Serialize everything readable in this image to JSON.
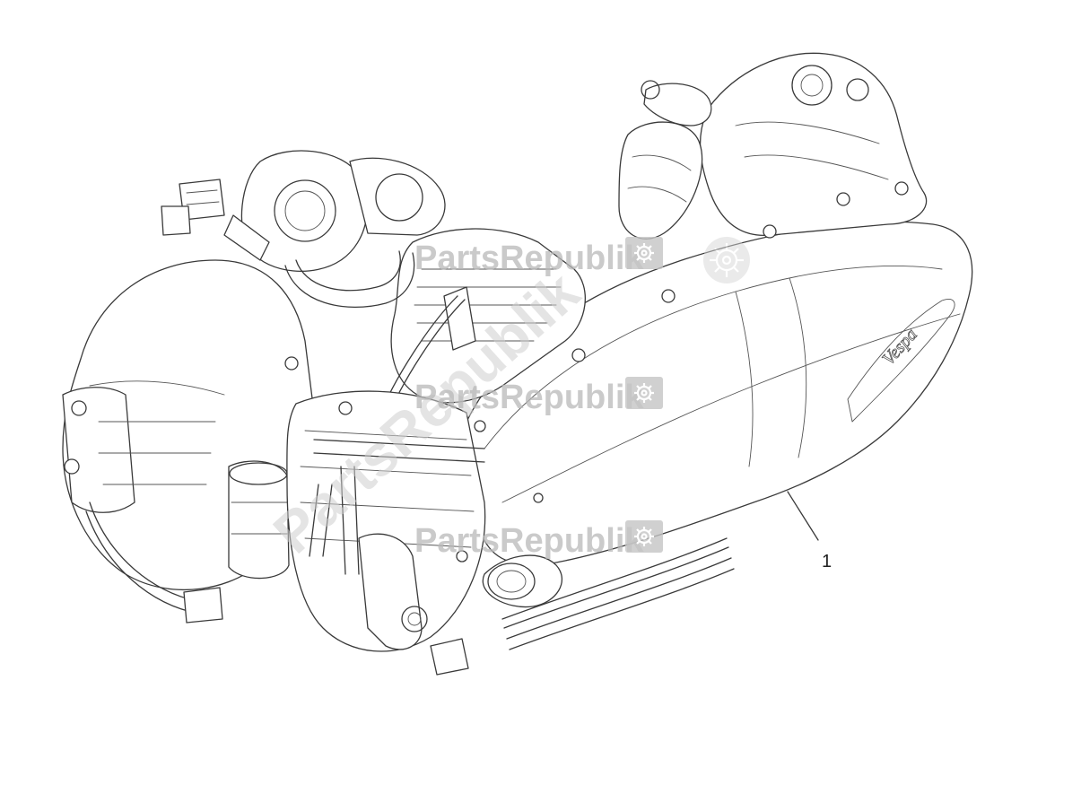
{
  "diagram": {
    "callouts": [
      {
        "number": "1"
      }
    ],
    "watermarks": {
      "brand_text": "PartsRepublik",
      "diagonal_text": "PartsRepublik"
    },
    "icons": [
      "gear-icon"
    ],
    "colors": {
      "line": "#3a3a3a",
      "watermark": "#b9b9b9",
      "background": "#ffffff"
    }
  }
}
